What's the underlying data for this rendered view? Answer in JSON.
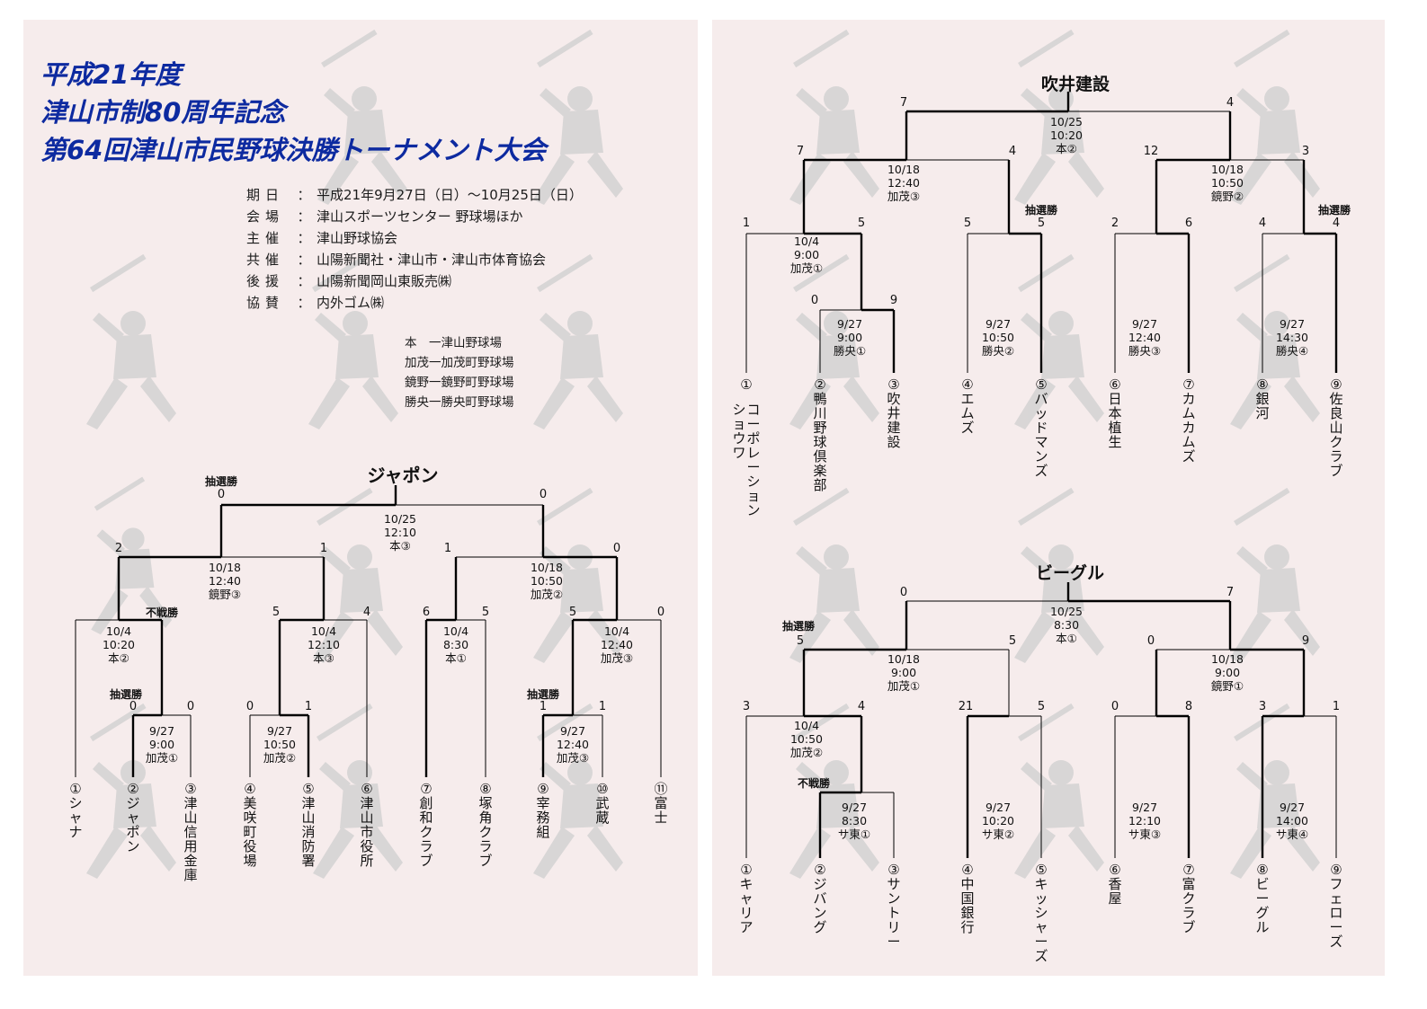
{
  "title": {
    "line1": "平成21年度",
    "line2": "津山市制80周年記念",
    "line3": "第64回津山市民野球決勝トーナメント大会"
  },
  "info": [
    {
      "label": "期日",
      "value": "平成21年9月27日（日）～10月25日（日）"
    },
    {
      "label": "会場",
      "value": "津山スポーツセンター 野球場ほか"
    },
    {
      "label": "主催",
      "value": "津山野球協会"
    },
    {
      "label": "共催",
      "value": "山陽新聞社・津山市・津山市体育協会"
    },
    {
      "label": "後援",
      "value": "山陽新聞岡山東販売㈱"
    },
    {
      "label": "協賛",
      "value": "内外ゴム㈱"
    }
  ],
  "venues": [
    "本　一津山野球場",
    "加茂一加茂町野球場",
    "鏡野一鏡野町野球場",
    "勝央一勝央町野球場"
  ],
  "brackets": [
    {
      "champion": "ジャポン",
      "teams": [
        "①シャナ",
        "②ジャポン",
        "③津山信用金庫",
        "④美咲町役場",
        "⑤津山消防署",
        "⑥津山市役所",
        "⑦創和クラブ",
        "⑧塚角クラブ",
        "⑨宰務組",
        "⑩武蔵",
        "⑪富士"
      ],
      "matches": {
        "r1a": {
          "date": "9/27",
          "time": "9:00",
          "venue": "加茂①",
          "s1": "0",
          "s2": "0",
          "note": "抽選勝"
        },
        "r1b": {
          "date": "9/27",
          "time": "10:50",
          "venue": "加茂②",
          "s1": "0",
          "s2": "1"
        },
        "r1c": {
          "date": "9/27",
          "time": "12:40",
          "venue": "加茂③",
          "s1": "1",
          "s2": "1",
          "note": "抽選勝"
        },
        "r2a": {
          "date": "10/4",
          "time": "10:20",
          "venue": "本②",
          "s1": "",
          "s2": "",
          "note": "不戦勝"
        },
        "r2b": {
          "date": "10/4",
          "time": "12:10",
          "venue": "本③",
          "s1": "5",
          "s2": "4"
        },
        "r2c": {
          "date": "10/4",
          "time": "8:30",
          "venue": "本①",
          "s1": "6",
          "s2": "5"
        },
        "r2d": {
          "date": "10/4",
          "time": "12:40",
          "venue": "加茂③",
          "s1": "5",
          "s2": "0"
        },
        "sfa": {
          "date": "10/18",
          "time": "12:40",
          "venue": "鏡野③",
          "s1": "2",
          "s2": "1"
        },
        "sfb": {
          "date": "10/18",
          "time": "10:50",
          "venue": "加茂②",
          "s1": "1",
          "s2": "0"
        },
        "fin": {
          "date": "10/25",
          "time": "12:10",
          "venue": "本③",
          "s1": "0",
          "s2": "0",
          "note": "抽選勝"
        }
      }
    },
    {
      "champion": "吹井建設",
      "teams": [
        "①コーポレーション ショウワ",
        "②鴨川野球倶楽部",
        "③吹井建設",
        "④エムズ",
        "⑤バッドマンズ",
        "⑥日本植生",
        "⑦カムカムズ",
        "⑧銀河",
        "⑨佐良山クラブ"
      ],
      "matches": {
        "r1a": {
          "date": "9/27",
          "time": "9:00",
          "venue": "勝央①",
          "s1": "0",
          "s2": "9"
        },
        "r1b": {
          "date": "9/27",
          "time": "10:50",
          "venue": "勝央②",
          "s1": "5",
          "s2": "5",
          "note": "抽選勝"
        },
        "r1c": {
          "date": "9/27",
          "time": "12:40",
          "venue": "勝央③",
          "s1": "2",
          "s2": "6"
        },
        "r1d": {
          "date": "9/27",
          "time": "14:30",
          "venue": "勝央④",
          "s1": "4",
          "s2": "4",
          "note": "抽選勝"
        },
        "r2a": {
          "date": "10/4",
          "time": "9:00",
          "venue": "加茂①",
          "s1": "1",
          "s2": "5"
        },
        "sfa": {
          "date": "10/18",
          "time": "12:40",
          "venue": "加茂③",
          "s1": "7",
          "s2": "4"
        },
        "sfb": {
          "date": "10/18",
          "time": "10:50",
          "venue": "鏡野②",
          "s1": "12",
          "s2": "3"
        },
        "fin": {
          "date": "10/25",
          "time": "10:20",
          "venue": "本②",
          "s1": "7",
          "s2": "4"
        }
      }
    },
    {
      "champion": "ビーグル",
      "teams": [
        "①キャリア",
        "②ジバング",
        "③サントリー",
        "④中国銀行",
        "⑤キッシャーズ",
        "⑥香屋",
        "⑦富クラブ",
        "⑧ビーグル",
        "⑨フェローズ"
      ],
      "matches": {
        "r1a": {
          "date": "9/27",
          "time": "8:30",
          "venue": "サ東①",
          "s1": "",
          "s2": "",
          "note": "不戦勝"
        },
        "r1b": {
          "date": "9/27",
          "time": "10:20",
          "venue": "サ東②",
          "s1": "21",
          "s2": "5"
        },
        "r1c": {
          "date": "9/27",
          "time": "12:10",
          "venue": "サ東③",
          "s1": "0",
          "s2": "8"
        },
        "r1d": {
          "date": "9/27",
          "time": "14:00",
          "venue": "サ東④",
          "s1": "3",
          "s2": "1"
        },
        "r2a": {
          "date": "10/4",
          "time": "10:50",
          "venue": "加茂②",
          "s1": "3",
          "s2": "4"
        },
        "sfa": {
          "date": "10/18",
          "time": "9:00",
          "venue": "加茂①",
          "s1": "5",
          "s2": "5",
          "note": "抽選勝"
        },
        "sfb": {
          "date": "10/18",
          "time": "9:00",
          "venue": "鏡野①",
          "s1": "0",
          "s2": "9"
        },
        "fin": {
          "date": "10/25",
          "time": "8:30",
          "venue": "本①",
          "s1": "0",
          "s2": "7"
        }
      }
    }
  ],
  "colors": {
    "panel": "#f6ecec",
    "title": "#0d2aa0",
    "line": "#000000",
    "figure": "#cfcfcf"
  }
}
